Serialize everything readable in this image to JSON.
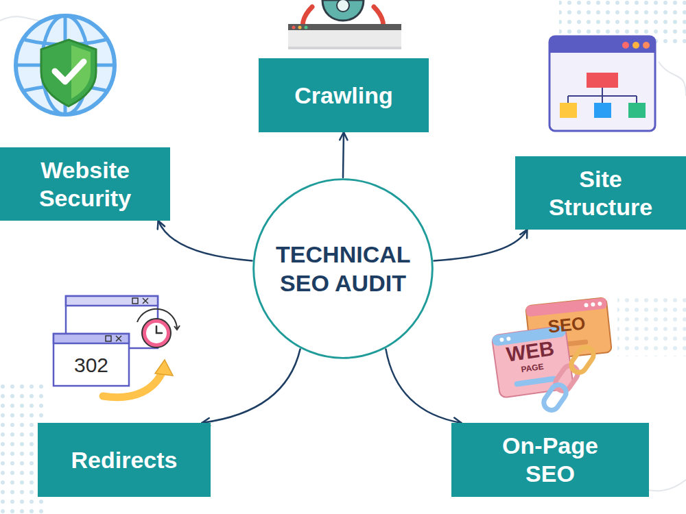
{
  "diagram": {
    "nodes": [
      {
        "text": [
          "Crawling"
        ]
      },
      {
        "text": [
          "Website Security"
        ]
      },
      {
        "text": [
          "Site Structure"
        ]
      },
      {
        "text": [
          "TECHNICAL SEO AUDIT"
        ]
      },
      {
        "text": [
          "Redirects"
        ]
      },
      {
        "text": [
          "On-Page SEO"
        ]
      }
    ],
    "edges": [
      {
        "from": 3,
        "to": 0,
        "arrow": "to"
      },
      {
        "from": 3,
        "to": 1,
        "arrow": "to"
      },
      {
        "from": 3,
        "to": 2,
        "arrow": "to"
      },
      {
        "from": 3,
        "to": 4,
        "arrow": "to"
      },
      {
        "from": 3,
        "to": 5,
        "arrow": "to"
      }
    ],
    "labels": [
      "SEO",
      "WEB",
      "PAGE",
      "302"
    ]
  }
}
